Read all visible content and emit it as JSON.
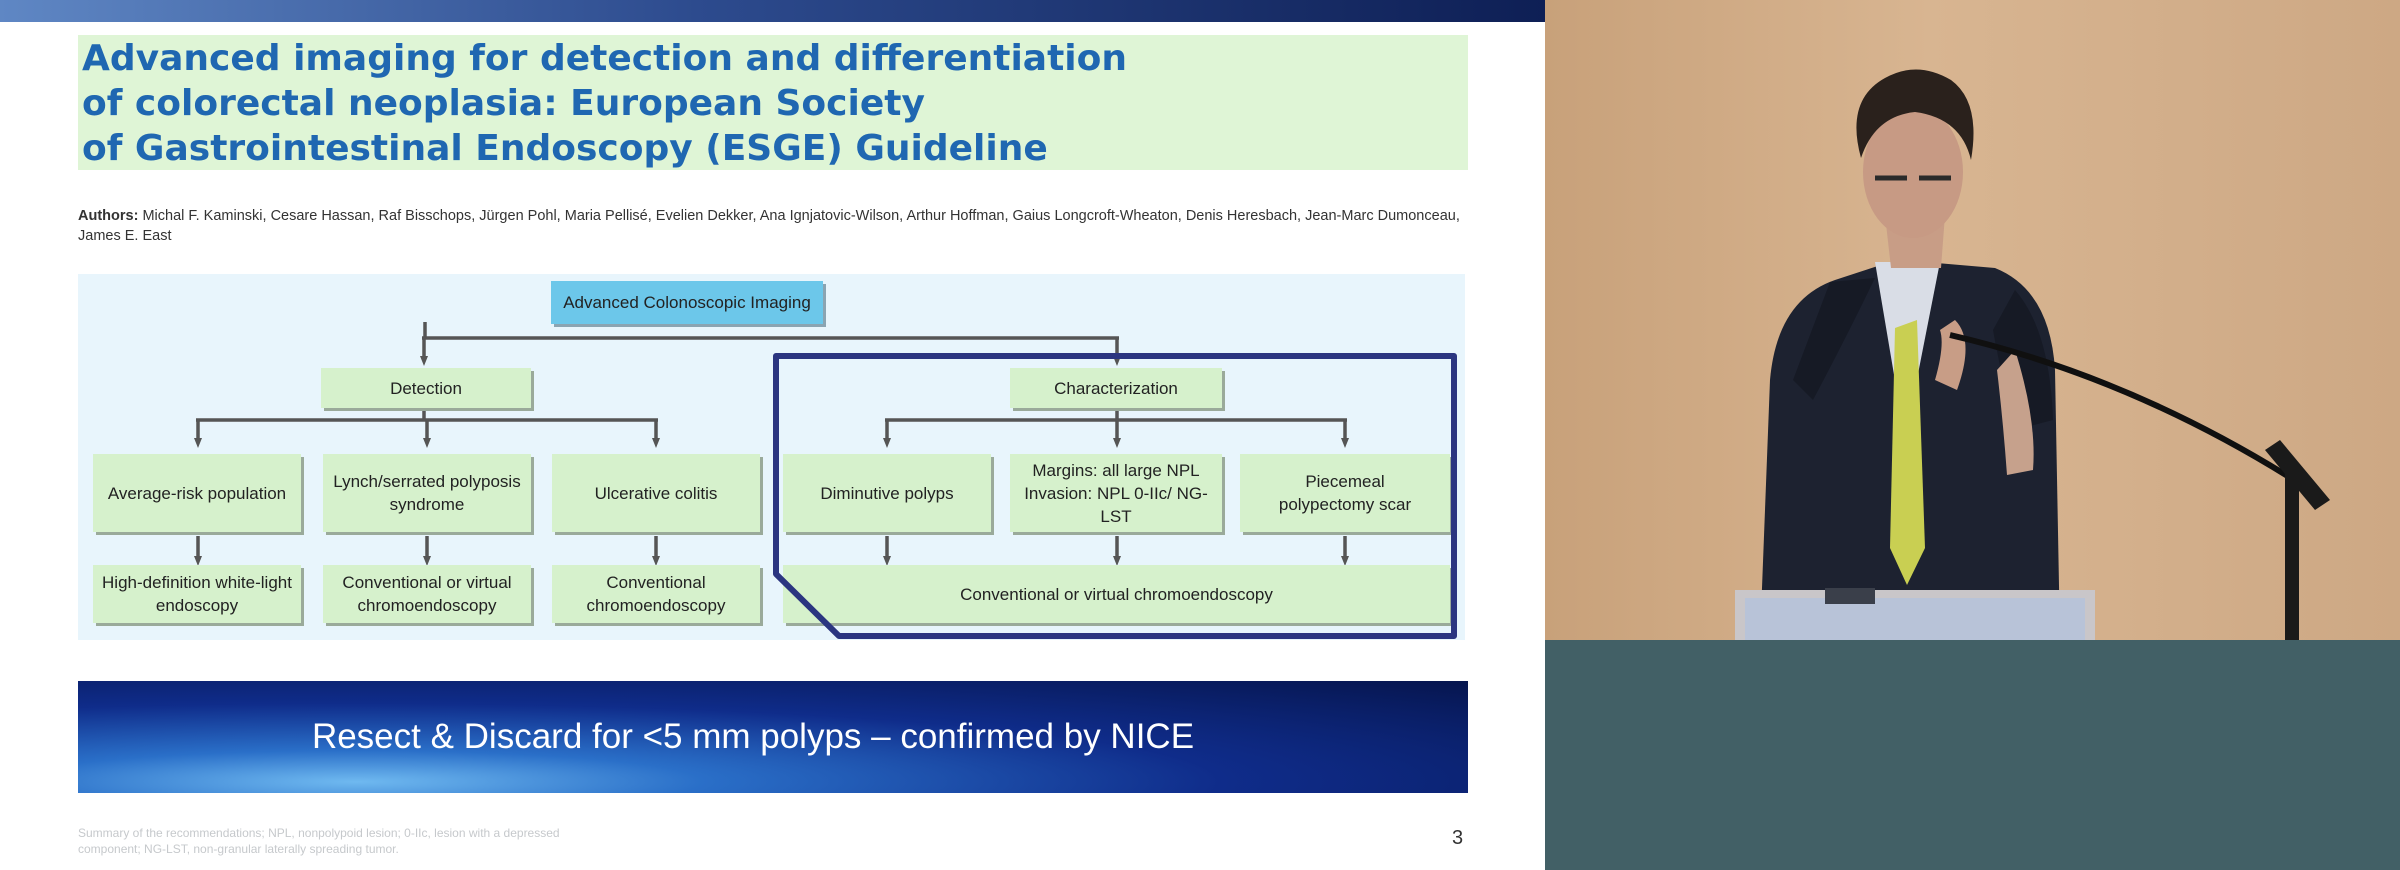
{
  "slide": {
    "title_lines": [
      "Advanced imaging for detection and differentiation",
      "of colorectal neoplasia: European Society",
      "of Gastrointestinal Endoscopy (ESGE) Guideline"
    ],
    "authors_label": "Authors:",
    "authors_text": " Michal F. Kaminski, Cesare Hassan, Raf Bisschops, Jürgen Pohl, Maria Pellisé, Evelien Dekker, Ana Ignjatovic-Wilson, Arthur Hoffman, Gaius Longcroft-Wheaton, Denis Heresbach, Jean-Marc Dumonceau, James E. East",
    "diagram": {
      "root": "Advanced Colonoscopic Imaging",
      "detection": "Detection",
      "characterization": "Characterization",
      "detection_children": [
        "Average-risk population",
        "Lynch/serrated polyposis syndrome",
        "Ulcerative colitis"
      ],
      "detection_outcomes": [
        "High-definition white-light endoscopy",
        "Conventional or virtual chromoendoscopy",
        "Conventional chromoendoscopy"
      ],
      "characterization_children": [
        "Diminutive polyps",
        "Margins: all large NPL Invasion: NPL 0-IIc/ NG-LST",
        "Piecemeal polypectomy scar"
      ],
      "characterization_outcome": "Conventional or virtual chromoendoscopy"
    },
    "banner": "Resect & Discard for <5 mm polyps – confirmed by NICE",
    "footnote": "Summary of the recommendations; NPL, nonpolypoid lesion; 0-IIc, lesion with a depressed component; NG-LST, non-granular laterally spreading tumor.",
    "page_number": "3"
  },
  "colors": {
    "title": "#1f67b1",
    "title_bg": "#dff5d6",
    "node_green": "#d6f1cc",
    "node_blue": "#6cc7ea",
    "connector": "#555555",
    "highlight_frame": "#2b3580",
    "banner": "#0f2c8a"
  }
}
